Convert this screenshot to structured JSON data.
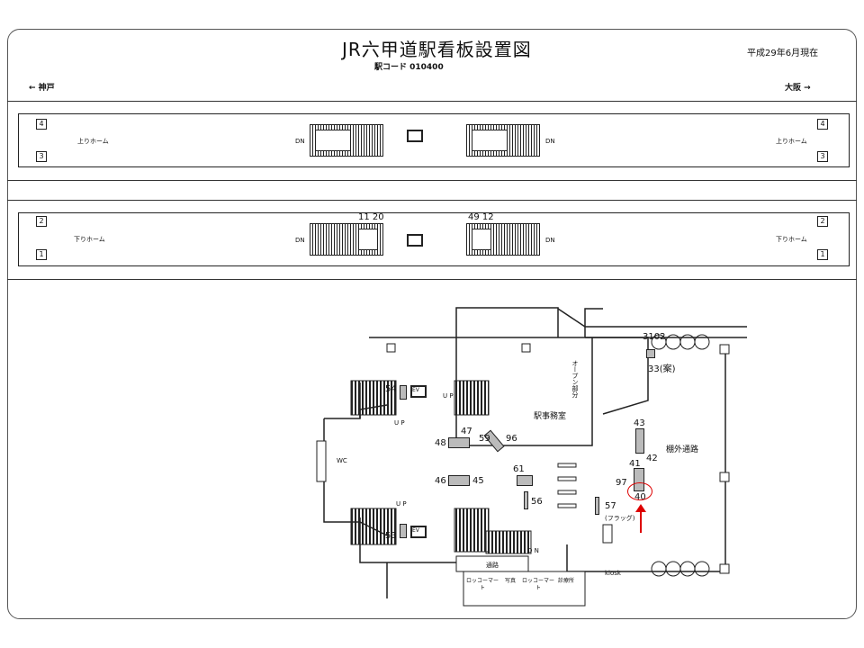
{
  "header": {
    "title": "JR六甲道駅看板設置図",
    "station_code": "駅コード 010400",
    "date": "平成29年6月現在",
    "left_dir": "← 神戸",
    "right_dir": "大阪 →"
  },
  "platforms": {
    "up": {
      "label": "上りホーム",
      "tracks": [
        "4",
        "3"
      ],
      "dn": "DN"
    },
    "down": {
      "label": "下りホーム",
      "tracks": [
        "2",
        "1"
      ],
      "dn": "DN",
      "signs_left": "11 20",
      "signs_right": "49 12"
    }
  },
  "concourse": {
    "rooms": {
      "office": "駅事務室",
      "outside": "棚外通路",
      "wc": "WC",
      "open": "オープン部分",
      "passage": "通路",
      "kiosk": "kiosk",
      "ev": "EV",
      "up": "U P",
      "dn": "D N"
    },
    "shops": [
      "ロッコーマート",
      "写真",
      "ロッコーマート",
      "診療所"
    ],
    "signs": {
      "s3102": "3102",
      "s33": "33(案)",
      "s54": "54",
      "s53": "53",
      "s47": "47",
      "s48": "48",
      "s59": "59",
      "s96": "96",
      "s46": "46",
      "s45": "45",
      "s61": "61",
      "s56": "56",
      "s43": "43",
      "s42": "42",
      "s41": "41",
      "s97": "97",
      "s40": "40",
      "s57": "57",
      "s57b": "(フラッグ)"
    },
    "highlight_color": "#dd0000"
  }
}
